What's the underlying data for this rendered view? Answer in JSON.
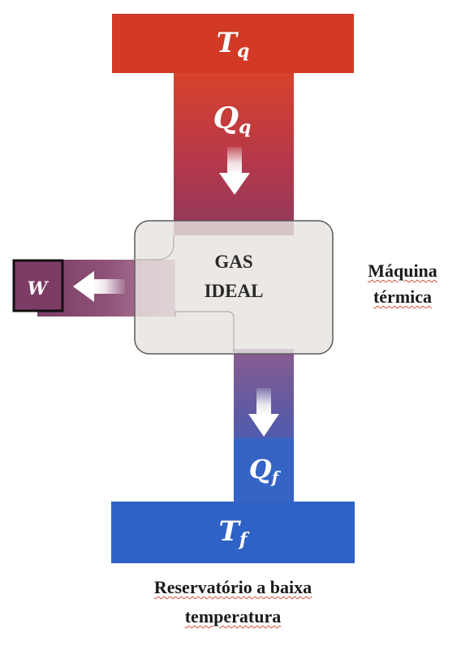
{
  "reservoirs": {
    "hot": {
      "symbol": "T",
      "subscript": "q",
      "color": "#d23a26"
    },
    "cold": {
      "symbol": "T",
      "subscript": "f",
      "color": "#2f62c6"
    }
  },
  "flows": {
    "heat_in": {
      "symbol": "Q",
      "subscript": "q"
    },
    "heat_out": {
      "symbol": "Q",
      "subscript": "f"
    },
    "work": {
      "symbol": "W"
    }
  },
  "engine": {
    "line1": "GAS",
    "line2": "IDEAL",
    "label_line1": "Máquina",
    "label_line2": "térmica"
  },
  "cold_reservoir_label": {
    "line1": "Reservatório a baixa",
    "line2": "temperatura"
  },
  "colors": {
    "hot": "#d23a26",
    "hot_stem_top": "#d8422e",
    "hot_stem_bottom": "#a0324a",
    "cold": "#2f62c6",
    "cold_stem_top": "#6a5a9a",
    "work_band": "#8a4a6e",
    "engine_box": "#e8e4e0"
  }
}
